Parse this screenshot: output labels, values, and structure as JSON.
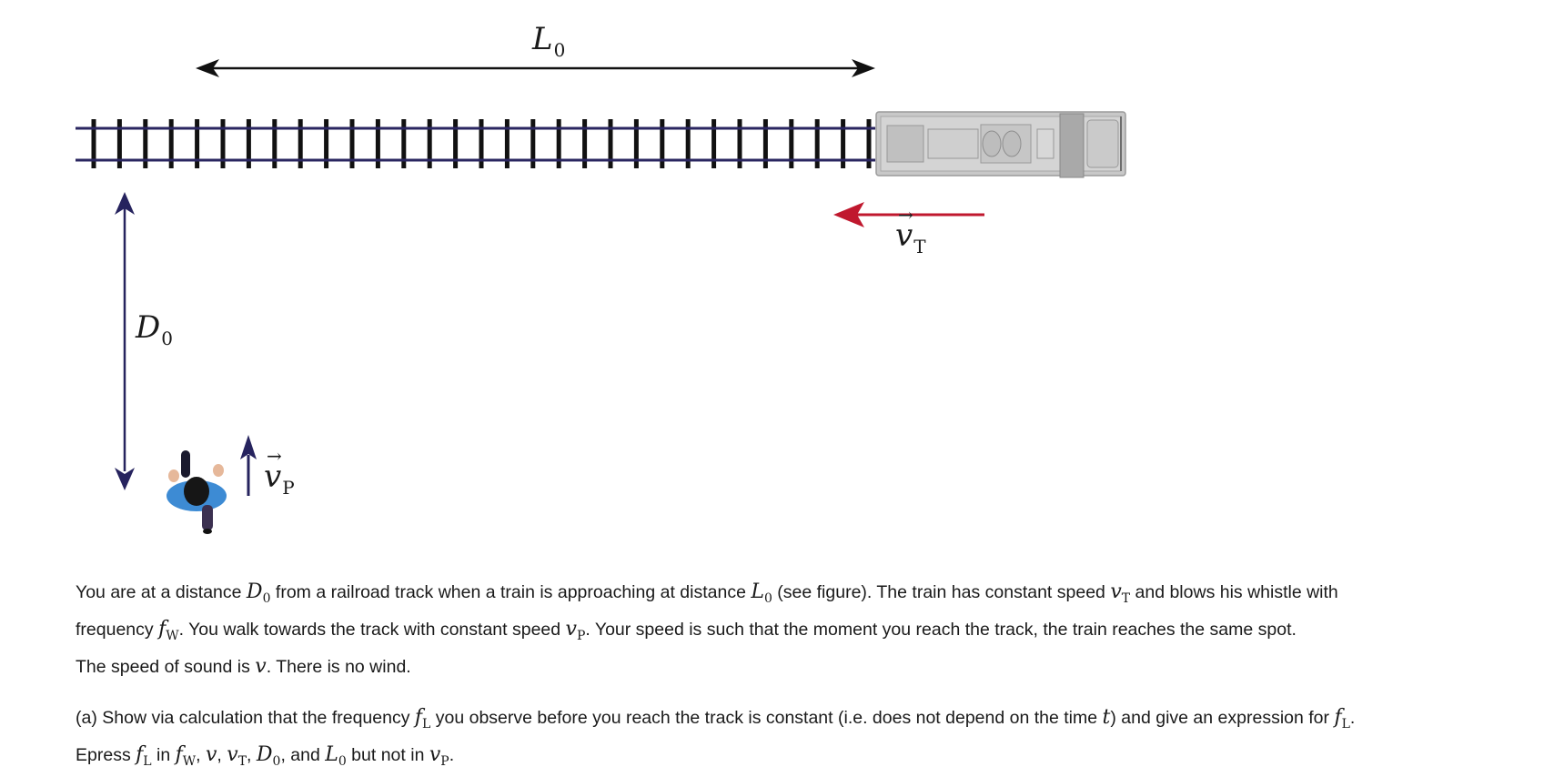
{
  "figure": {
    "labels": {
      "L0": {
        "sym": "L",
        "sub": "0"
      },
      "D0": {
        "sym": "D",
        "sub": "0"
      },
      "vT": {
        "sym": "v",
        "sub": "T"
      },
      "vP": {
        "sym": "v",
        "sub": "P"
      }
    },
    "colors": {
      "track_ties": "#111111",
      "rails": "#2a2660",
      "navy_arrow": "#26235e",
      "red_arrow": "#c0182e",
      "train_body": "#bdbdbd",
      "person_shirt": "#3d8bd4"
    },
    "icons": [
      "train-icon",
      "person-icon"
    ]
  },
  "problem": {
    "p1": {
      "t1": "You are at a distance ",
      "D0": {
        "sym": "D",
        "sub": "0"
      },
      "t2": " from a railroad track when a train is approaching at distance ",
      "L0": {
        "sym": "L",
        "sub": "0"
      },
      "t3": " (see figure). The train has constant speed ",
      "vT": {
        "sym": "v",
        "sub": "T"
      },
      "t4": " and blows his whistle with",
      "t5": "frequency ",
      "fW": {
        "sym": "f",
        "sub": "W"
      },
      "t6": ". You walk towards the track with constant speed ",
      "vP": {
        "sym": "v",
        "sub": "P"
      },
      "t7": ". Your speed is such that the moment you reach the track, the train reaches the same spot.",
      "t8": "The speed of sound is ",
      "v": "v",
      "t9": ". There is no wind."
    },
    "p2": {
      "t1": "(a) Show via calculation that the frequency ",
      "fL": {
        "sym": "f",
        "sub": "L"
      },
      "t2": " you observe before you reach the track is constant (i.e. does not depend on the time ",
      "t": "t",
      "t3": ") and give an expression for ",
      "fL2": {
        "sym": "f",
        "sub": "L"
      },
      "t4": ".",
      "t5": "Epress ",
      "fL3": {
        "sym": "f",
        "sub": "L"
      },
      "t6": " in ",
      "fW": {
        "sym": "f",
        "sub": "W"
      },
      "c1": ", ",
      "v": "v",
      "c2": ", ",
      "vT": {
        "sym": "v",
        "sub": "T"
      },
      "c3": ", ",
      "D0": {
        "sym": "D",
        "sub": "0"
      },
      "t7": ", and ",
      "L0": {
        "sym": "L",
        "sub": "0"
      },
      "t8": " but not in ",
      "vP": {
        "sym": "v",
        "sub": "P"
      },
      "t9": "."
    }
  }
}
